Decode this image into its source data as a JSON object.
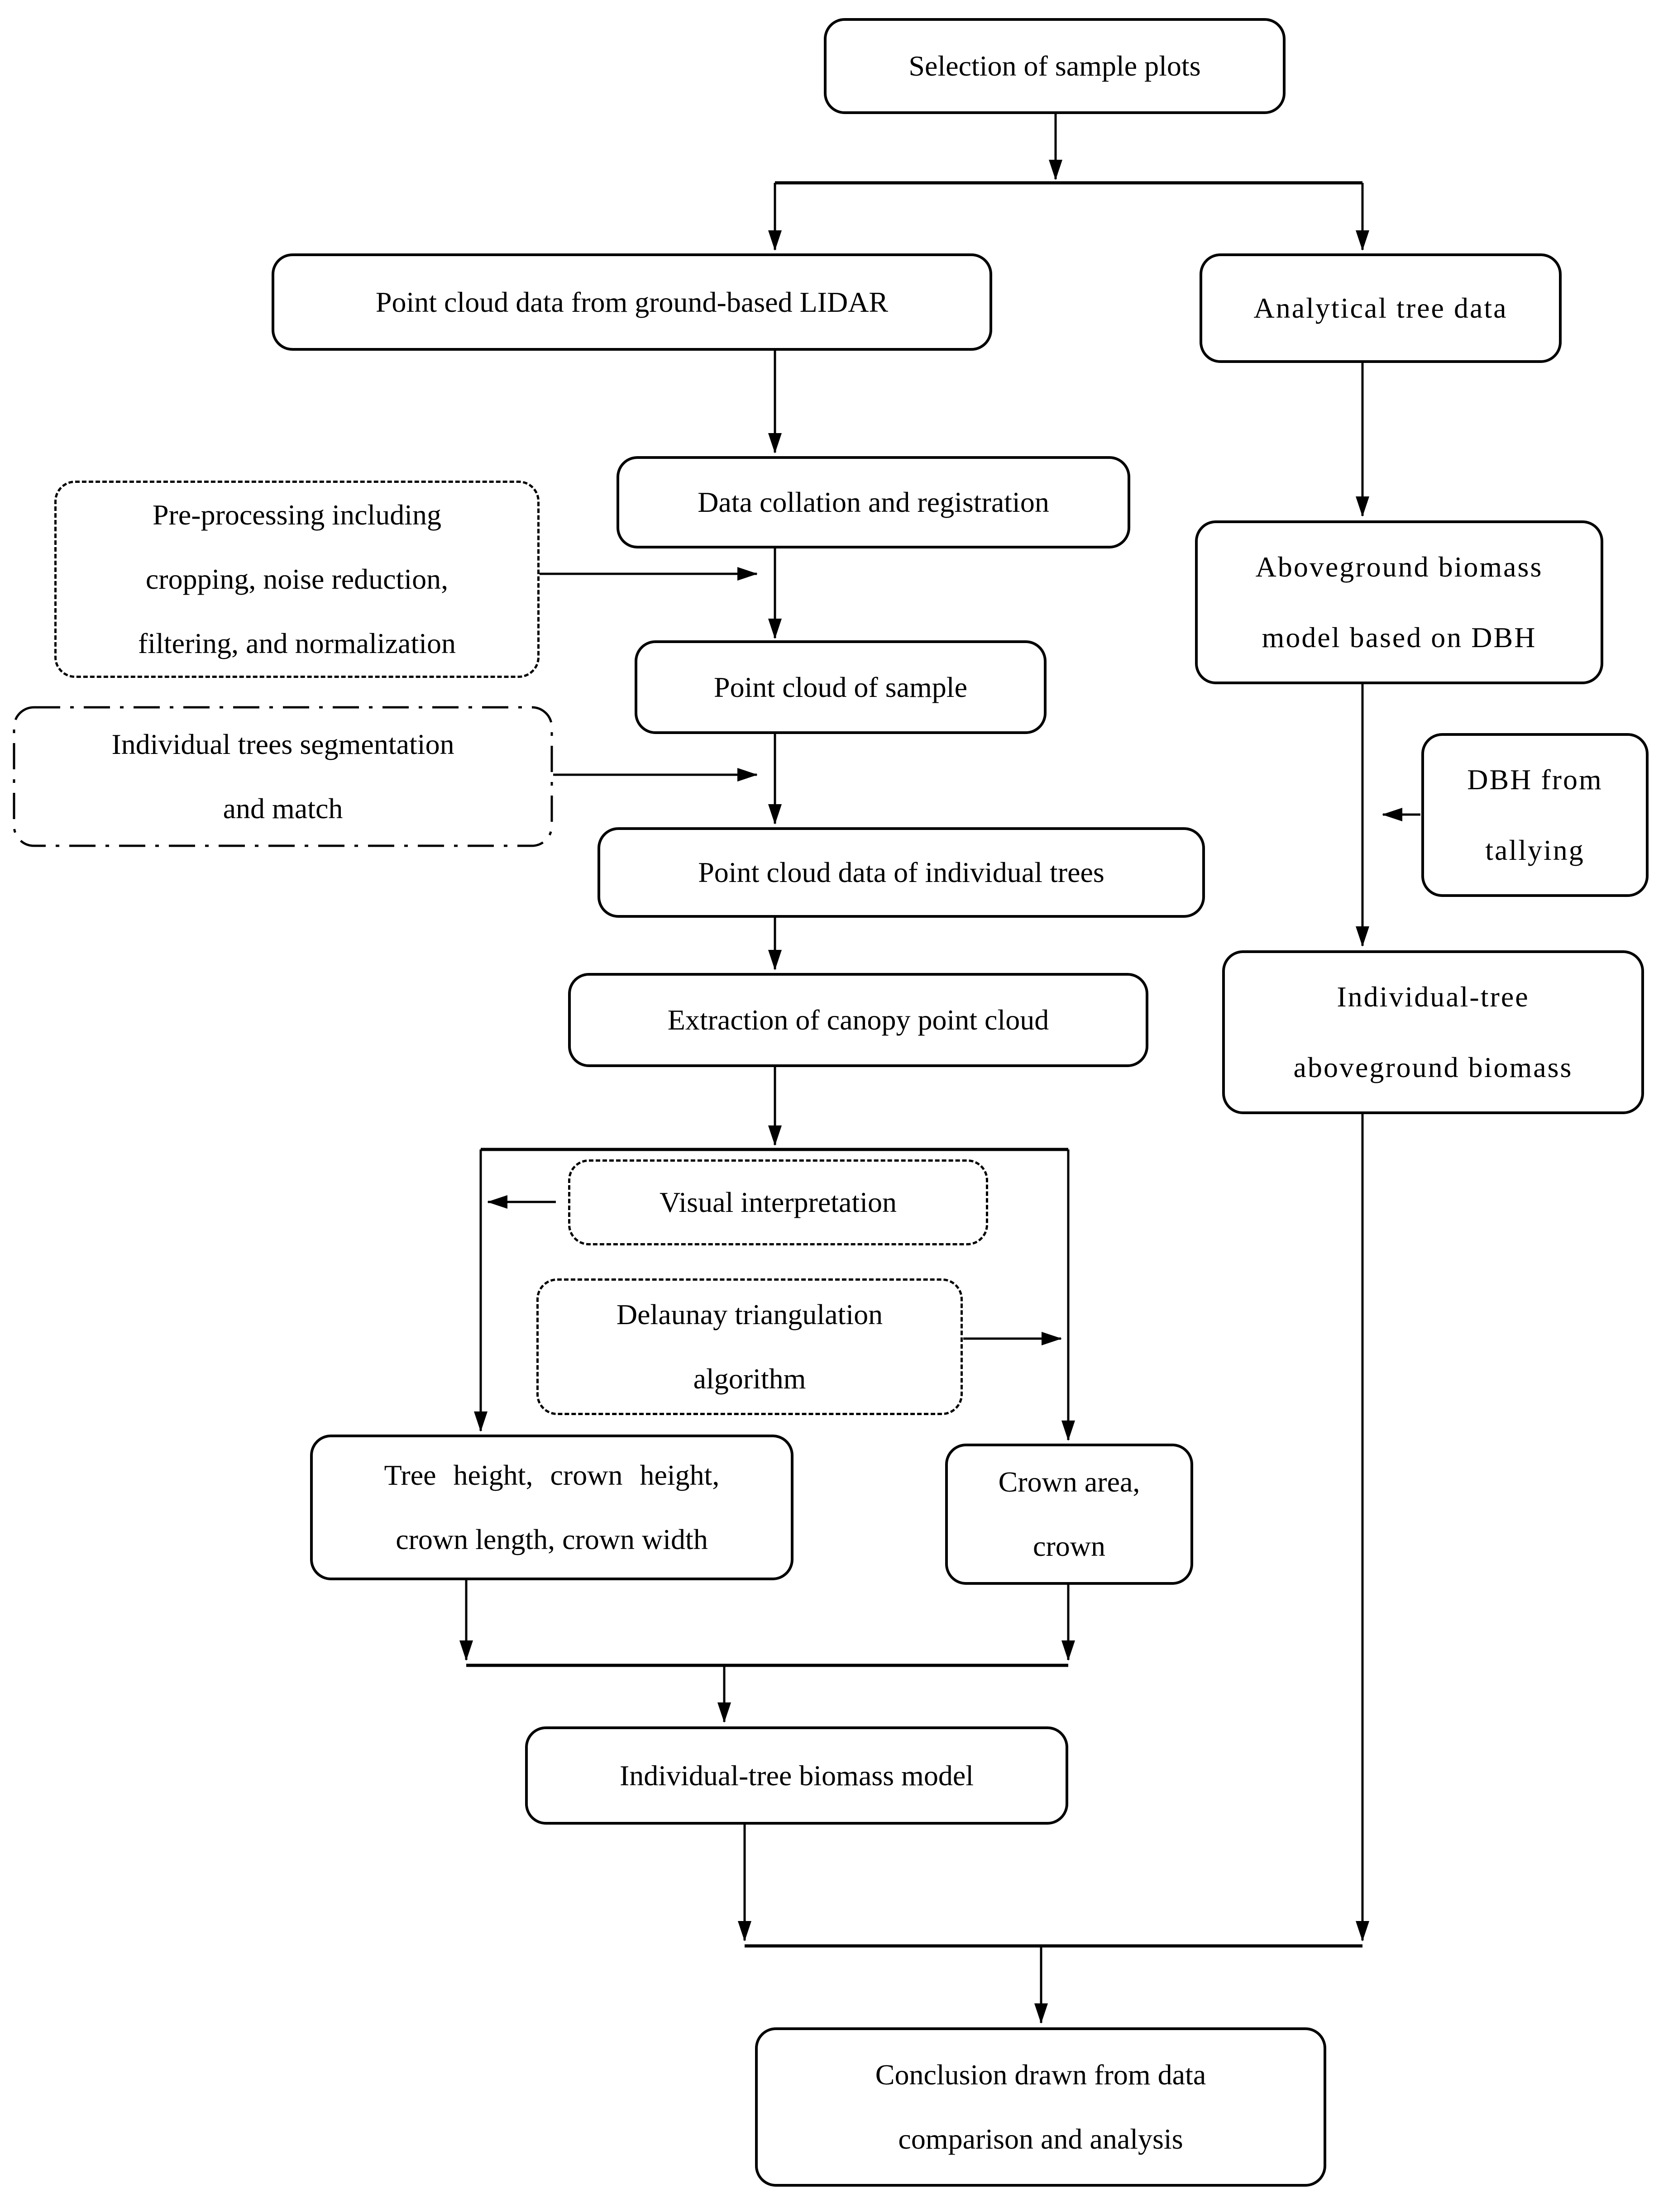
{
  "title": "LIDAR biomass estimation workflow flowchart",
  "colors": {
    "line": "#000000",
    "background": "#ffffff",
    "box_fill": "#ffffff"
  },
  "nodes": {
    "selection": {
      "label": "Selection of sample plots"
    },
    "lidar": {
      "label": "Point cloud data from ground-based LIDAR"
    },
    "analytical": {
      "label": "Analytical tree data"
    },
    "collation": {
      "label": "Data collation and registration"
    },
    "preprocessing": {
      "lines": [
        "Pre-processing including",
        "cropping, noise reduction,",
        "filtering, and normalization"
      ]
    },
    "sample": {
      "label": "Point cloud of sample"
    },
    "segmentation": {
      "lines": [
        "Individual trees segmentation",
        "and match"
      ]
    },
    "individual": {
      "label": "Point cloud data of individual trees"
    },
    "extraction": {
      "label": "Extraction of canopy point cloud"
    },
    "visual": {
      "label": "Visual interpretation"
    },
    "delaunay": {
      "lines": [
        "Delaunay triangulation",
        "algorithm"
      ]
    },
    "tree_metrics": {
      "lines": [
        "Tree height, crown height,",
        "crown length, crown width"
      ]
    },
    "crown_metrics": {
      "lines": [
        "Crown area,",
        "crown"
      ]
    },
    "abm": {
      "lines": [
        "Aboveground biomass",
        "model based on DBH"
      ]
    },
    "dbh": {
      "lines": [
        "DBH from",
        "tallying"
      ]
    },
    "itab": {
      "lines": [
        "Individual-tree",
        "aboveground biomass"
      ]
    },
    "biomass_model": {
      "label": "Individual-tree biomass model"
    },
    "conclusion": {
      "lines": [
        "Conclusion drawn from data",
        "comparison and analysis"
      ]
    }
  }
}
